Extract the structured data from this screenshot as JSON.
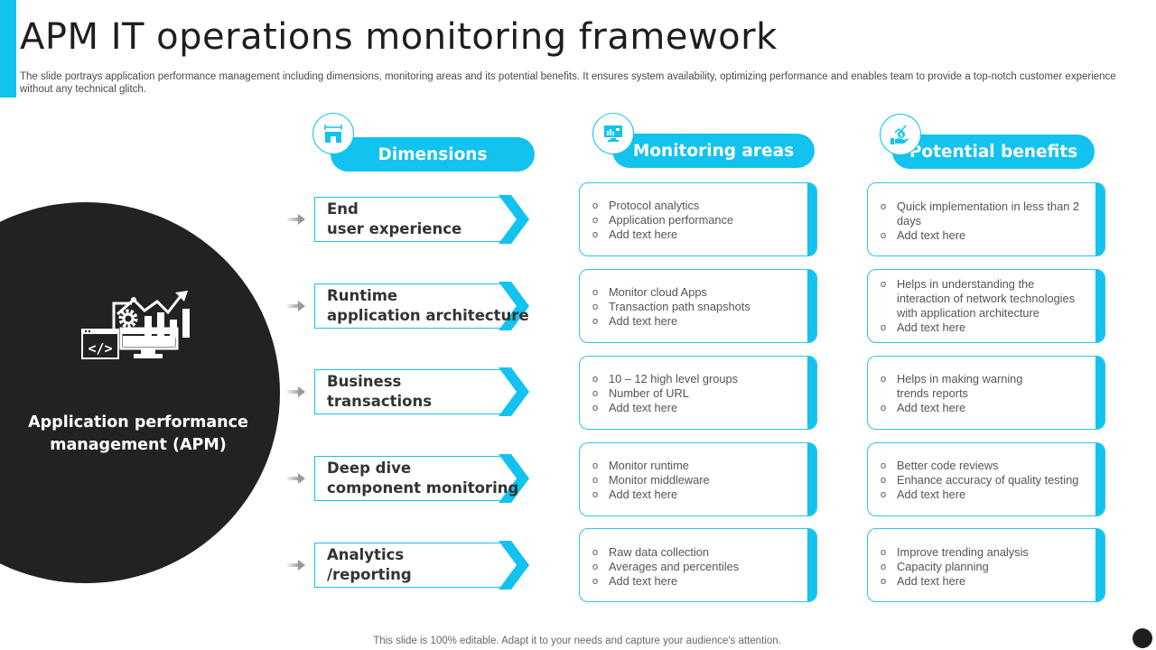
{
  "slide": {
    "title": "APM IT operations monitoring framework",
    "subtitle": "The slide portrays application performance management including dimensions, monitoring areas and its potential benefits. It ensures system availability, optimizing performance and enables team to provide a top-notch customer experience without any technical glitch.",
    "footer_note": "This slide is 100% editable. Adapt it to your needs and capture your audience's attention.",
    "accent_color": "#12c2ef",
    "dark_color": "#222222"
  },
  "center": {
    "label": "Application performance management (APM)",
    "icon": "monitor-code-analytics-icon"
  },
  "columns": {
    "dimensions": {
      "label": "Dimensions",
      "icon": "dimension-measure-icon"
    },
    "monitoring": {
      "label": "Monitoring areas",
      "icon": "monitor-dashboard-icon"
    },
    "benefits": {
      "label": "Potential benefits",
      "icon": "hand-money-growth-icon"
    }
  },
  "rows": [
    {
      "dimension_line1": "End",
      "dimension_line2": "user experience",
      "monitoring": [
        "Protocol analytics",
        "Application performance",
        "Add text here"
      ],
      "benefits": [
        "Quick implementation in less than 2 days",
        "Add text here"
      ]
    },
    {
      "dimension_line1": "Runtime",
      "dimension_line2": "application architecture",
      "monitoring": [
        "Monitor cloud Apps",
        "Transaction path snapshots",
        "Add text here"
      ],
      "benefits": [
        "Helps in understanding the interaction of network technologies with application architecture",
        "Add text here"
      ]
    },
    {
      "dimension_line1": "Business",
      "dimension_line2": "transactions",
      "monitoring": [
        "10 – 12 high level groups",
        "Number of URL",
        "Add text here"
      ],
      "benefits": [
        "Helps in making warning trends reports",
        "Add text here"
      ]
    },
    {
      "dimension_line1": "Deep dive",
      "dimension_line2": "component monitoring",
      "monitoring": [
        "Monitor runtime",
        "Monitor middleware",
        "Add text here"
      ],
      "benefits": [
        "Better code reviews",
        "Enhance accuracy of quality testing",
        "Add text here"
      ]
    },
    {
      "dimension_line1": "Analytics",
      "dimension_line2": "/reporting",
      "monitoring": [
        "Raw data collection",
        "Averages and percentiles",
        "Add text here"
      ],
      "benefits": [
        "Improve trending analysis",
        "Capacity planning",
        "Add text here"
      ]
    }
  ]
}
